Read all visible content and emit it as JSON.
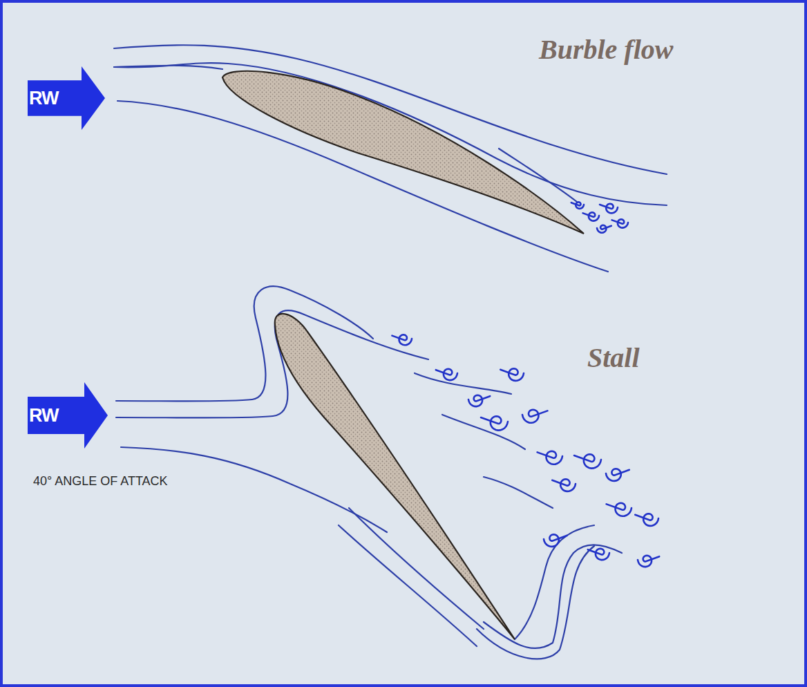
{
  "diagram": {
    "nodes": [
      {
        "text": [
          "RW"
        ]
      },
      {
        "text": [
          "RW"
        ]
      }
    ],
    "labels": [
      "Burble flow",
      "Stall",
      "40° ANGLE OF ATTACK"
    ]
  }
}
